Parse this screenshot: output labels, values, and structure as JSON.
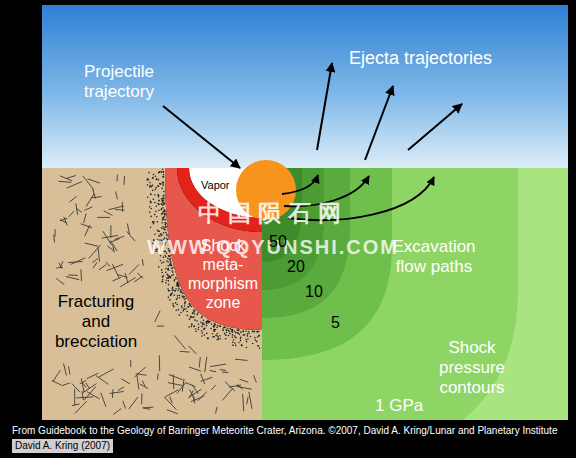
{
  "diagram": {
    "caption": "From Guidebook to the Geology of Barringer Meteorite Crater, Arizona. ©2007, David A. Kring/Lunar and Planetary Institute",
    "nodes": [
      {
        "text": [
          "Fracturing and brecciation"
        ]
      },
      {
        "text": [
          "Shock meta- morphism zone"
        ],
        "in": 0
      }
    ],
    "labels": [
      "Projectile trajectory",
      "Ejecta trajectories",
      "Vapor",
      "中国陨石网",
      "WWW.QQYUNSHI.COM",
      "50",
      "20",
      "10",
      "Excavation flow paths",
      "5",
      "Shock pressure contours",
      "1 GPa",
      "David A. Kring (2007)"
    ]
  }
}
